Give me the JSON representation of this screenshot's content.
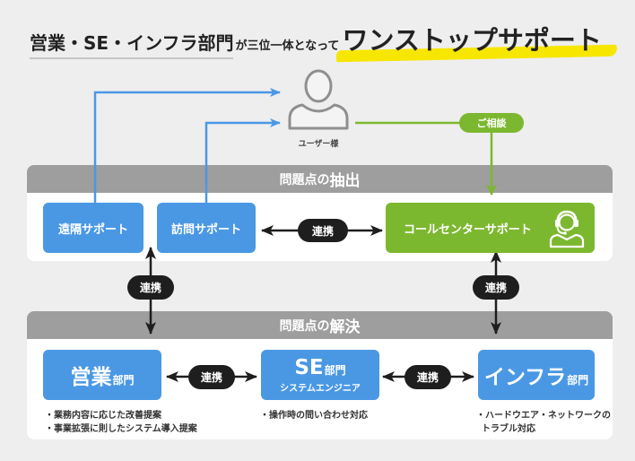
{
  "title": {
    "departments": "営業・SE・インフラ部門",
    "connector": "が三位一体となって",
    "headline": "ワンストップサポート"
  },
  "user": {
    "label": "ユーザー様",
    "icon": "user-silhouette-icon"
  },
  "consultation": {
    "label": "ご相談"
  },
  "extraction": {
    "band_prefix": "問題点の",
    "band_emphasis": "抽出",
    "remote_support": "遠隔サポート",
    "visit_support": "訪問サポート",
    "link_label": "連携",
    "call_center_support": "コールセンターサポート",
    "call_center_icon": "headset-operator-icon"
  },
  "vertical_links": [
    "連携",
    "連携"
  ],
  "resolution": {
    "band_prefix": "問題点の",
    "band_emphasis": "解決",
    "departments": [
      {
        "name": "営業",
        "suffix": "部門",
        "notes": [
          "・業務内容に応じた改善提案",
          "・事業拡張に則したシステム導入提案"
        ]
      },
      {
        "name": "SE",
        "suffix": "部門",
        "subtitle": "システムエンジニア",
        "notes": [
          "・操作時の問い合わせ対応"
        ]
      },
      {
        "name": "インフラ",
        "suffix": "部門",
        "notes": [
          "・ハードウエア・ネットワークの",
          "トラブル対応"
        ]
      }
    ],
    "link_labels": [
      "連携",
      "連携"
    ]
  },
  "colors": {
    "background": "#eeeeee",
    "band": "#9e9e9e",
    "panel": "#ffffff",
    "blue": "#4a98e4",
    "green": "#7cb82f",
    "dark": "#1e1e1e",
    "highlight": "#f7e600",
    "user_icon": "#8f8f8f",
    "text": "#222222"
  }
}
